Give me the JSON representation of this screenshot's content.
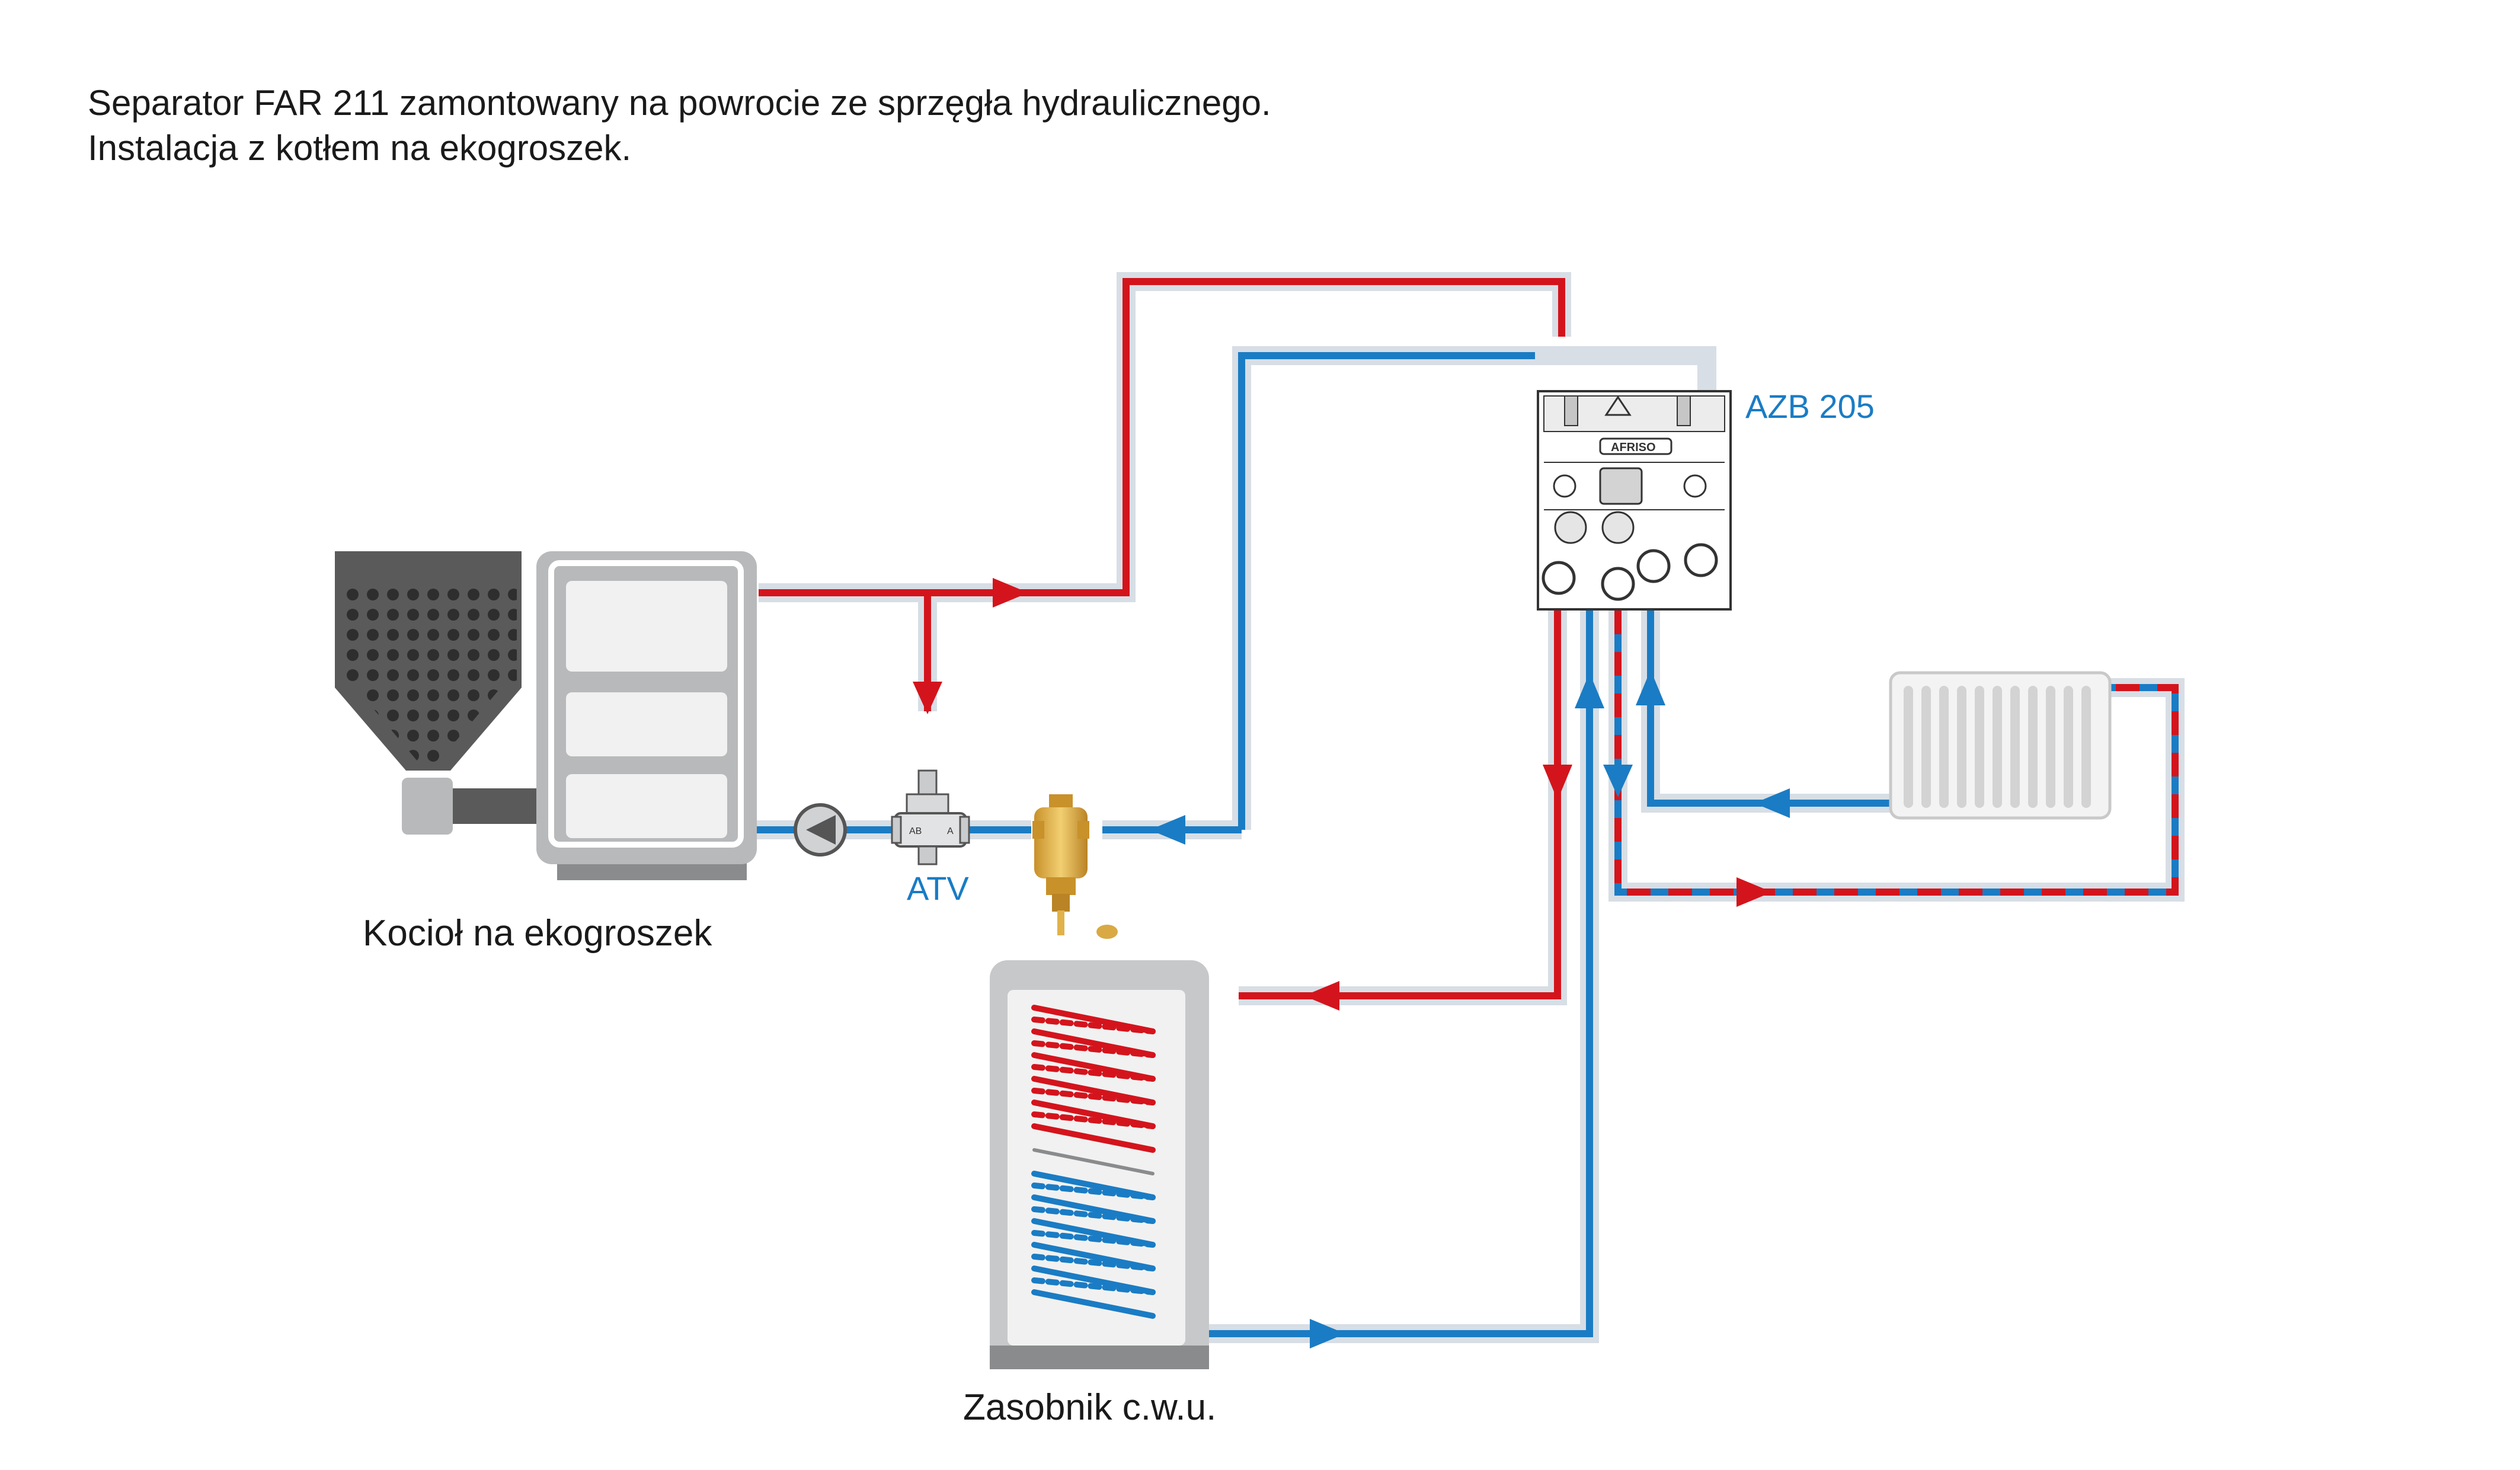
{
  "title": {
    "line1": "Separator FAR 211 zamontowany na powrocie ze sprzęgła hydraulicznego.",
    "line2": "Instalacja z kotłem na ekogroszek."
  },
  "labels": {
    "boiler": "Kocioł na ekogroszek",
    "tank": "Zasobnik c.w.u.",
    "azb": "AZB 205",
    "atv": "ATV"
  },
  "device_marks": {
    "azb_brand": "AFRISO",
    "atv_port_ab": "AB",
    "atv_port_a": "A"
  },
  "colors": {
    "supply": "#d4141c",
    "return": "#1a7cc4",
    "pipe_halo": "#d7dee5",
    "device_gray": "#b8b9ba",
    "hopper_gray": "#5a5a5a",
    "separator_brass": "#e0b24a"
  },
  "icons": [
    "boiler-icon",
    "pump-icon",
    "mixing-valve-icon",
    "separator-icon",
    "hydraulic-module-icon",
    "radiator-icon",
    "hot-water-tank-icon"
  ]
}
